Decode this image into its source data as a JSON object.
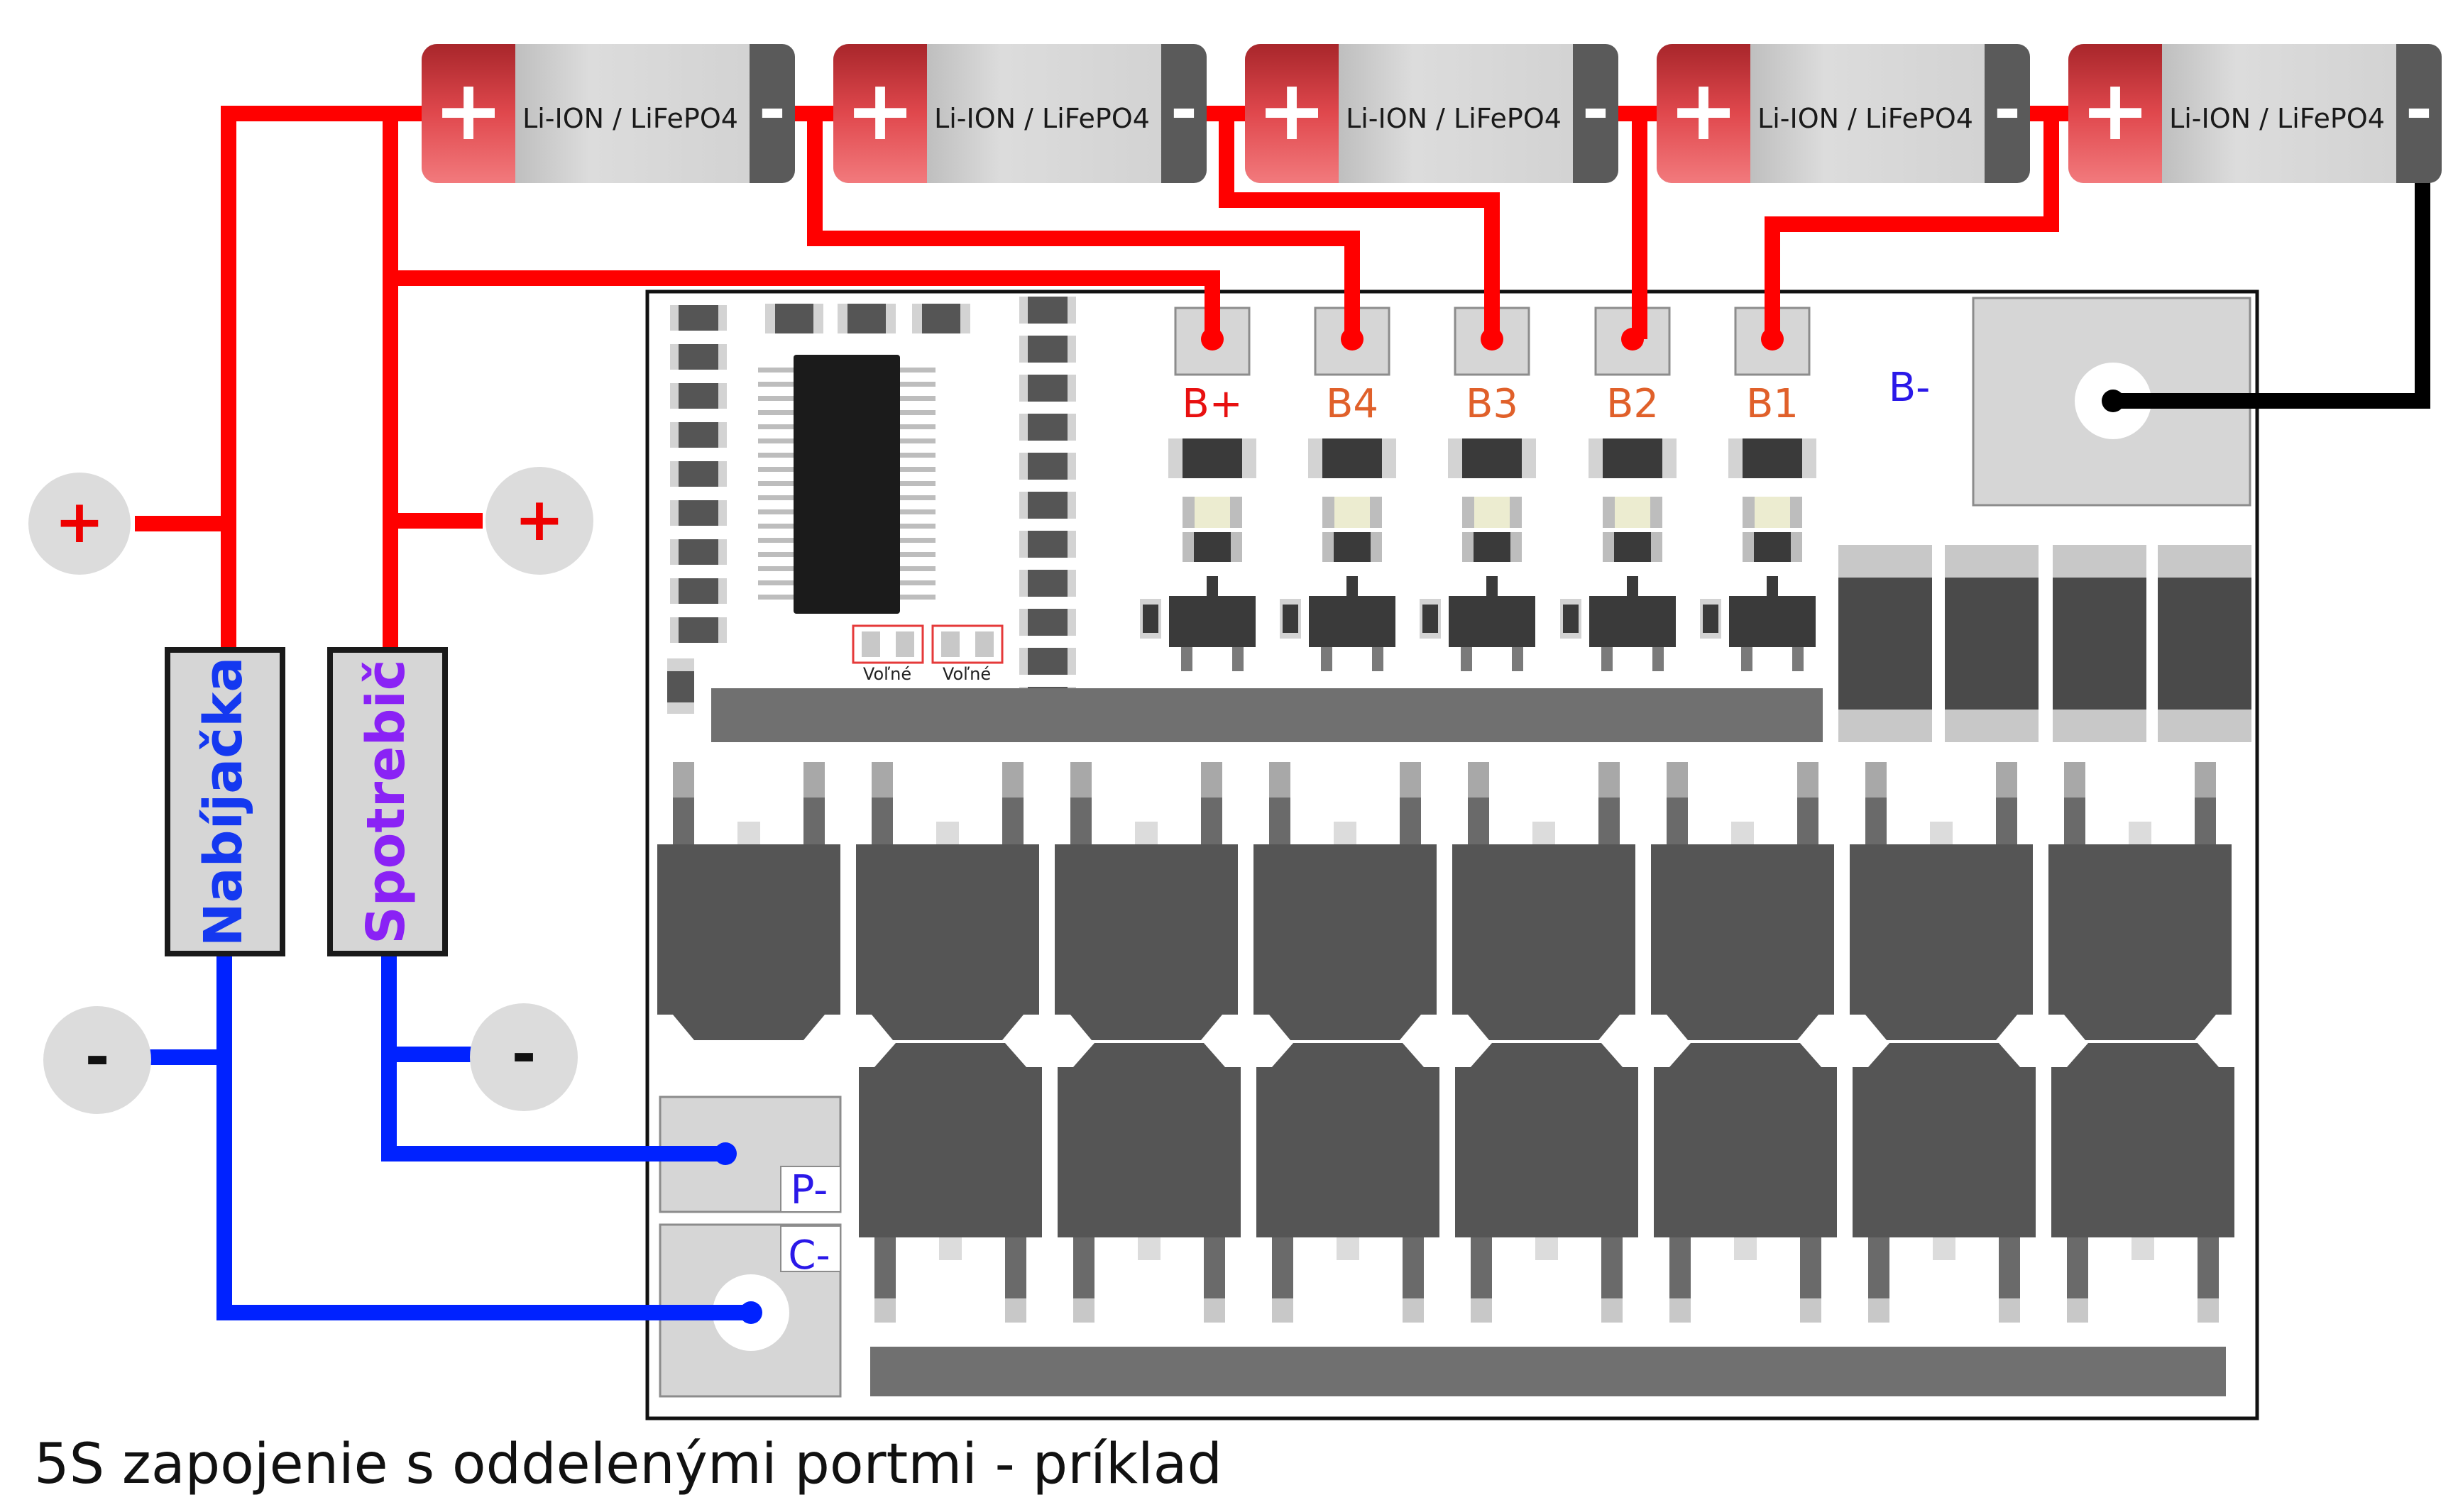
{
  "caption": "5S zapojenie s oddelenými portmi - príklad",
  "battery_label": "Li-ION / LiFePO4",
  "cells": [
    {
      "plus": "+",
      "minus": "-",
      "label": "Li-ION / LiFePO4"
    },
    {
      "plus": "+",
      "minus": "-",
      "label": "Li-ION / LiFePO4"
    },
    {
      "plus": "+",
      "minus": "-",
      "label": "Li-ION / LiFePO4"
    },
    {
      "plus": "+",
      "minus": "-",
      "label": "Li-ION / LiFePO4"
    },
    {
      "plus": "+",
      "minus": "-",
      "label": "Li-ION / LiFePO4"
    }
  ],
  "balance_pads": [
    "B+",
    "B4",
    "B3",
    "B2",
    "B1"
  ],
  "pad_b_minus": "B-",
  "pad_p_minus": "P-",
  "pad_c_minus": "C-",
  "spare_label": "Voľné",
  "charger_label": "Nabíjačka",
  "load_label": "Spotrebič",
  "terminals": {
    "plus": "+",
    "minus": "-"
  },
  "colors": {
    "positive_wire": "#ff0000",
    "negative_wire": "#0022ff",
    "b_minus_wire": "#000000",
    "cell_plus_cap": "#e0484d",
    "charger_text": "#1438f0",
    "load_text": "#8a22f5",
    "pad_text_bplus": "#e81010",
    "pad_text_b": "#e0602a",
    "pad_text_port": "#2a18e8"
  }
}
